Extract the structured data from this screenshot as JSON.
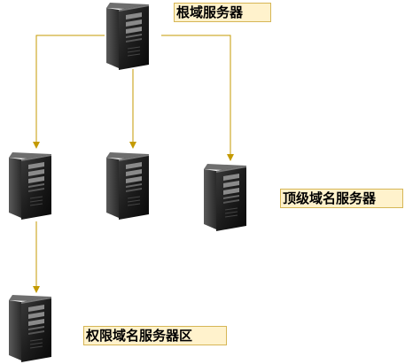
{
  "labels": {
    "root_server": "根域服务器",
    "tld_server": "顶级域名服务器",
    "authoritative_zone": "权限域名服务器区"
  },
  "colors": {
    "connector": "#c49a00",
    "label_fill": "#fff2cc",
    "label_border": "#d6b656",
    "server_body": "#1a1a1a"
  },
  "icons": {
    "server": "tower-server-icon"
  }
}
